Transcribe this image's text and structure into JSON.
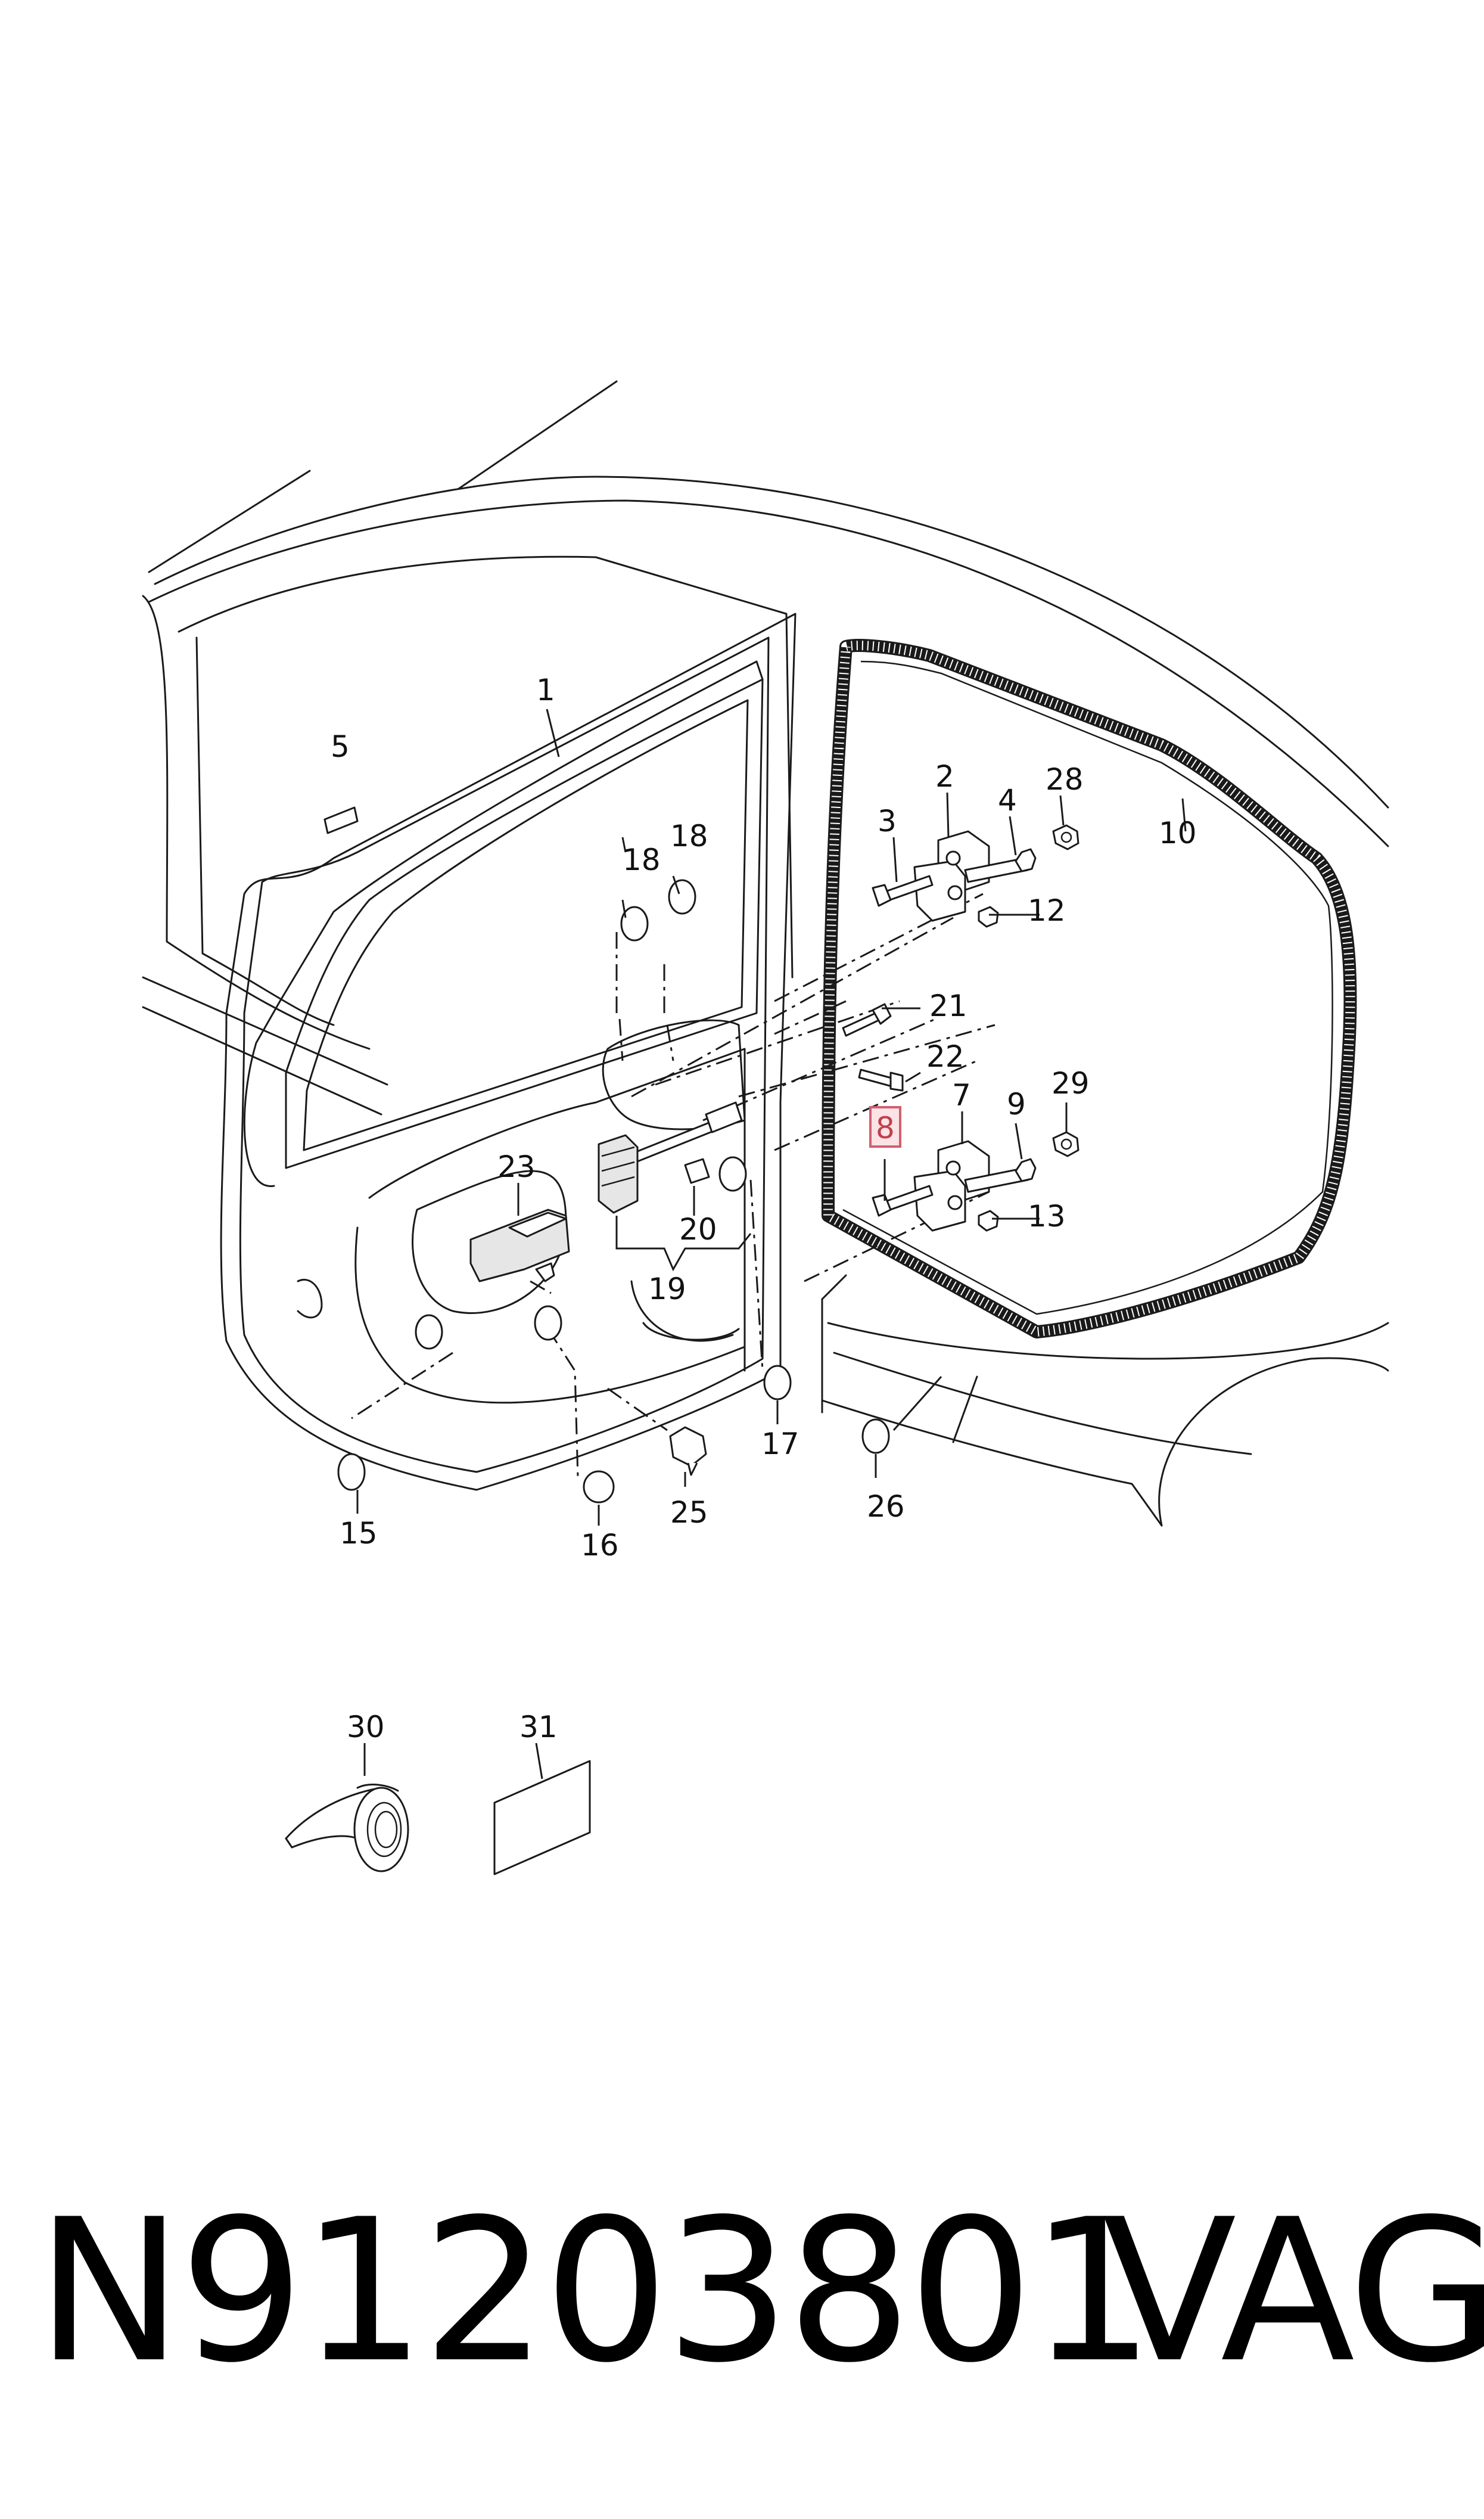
{
  "callouts": {
    "c1": "1",
    "c2": "2",
    "c3": "3",
    "c4": "4",
    "c5": "5",
    "c7": "7",
    "c8": "8",
    "c9": "9",
    "c10": "10",
    "c12": "12",
    "c13": "13",
    "c15": "15",
    "c16": "16",
    "c17": "17",
    "c18a": "18",
    "c18b": "18",
    "c19": "19",
    "c20": "20",
    "c21": "21",
    "c22": "22",
    "c23": "23",
    "c25": "25",
    "c26": "26",
    "c28": "28",
    "c29": "29",
    "c30": "30",
    "c31": "31"
  },
  "highlighted_callout": "8",
  "colors": {
    "highlight_box": "#fbe3e6",
    "highlight_text": "#c0404a"
  },
  "footer": {
    "part_number": "N91203801",
    "brand": "VAG"
  }
}
